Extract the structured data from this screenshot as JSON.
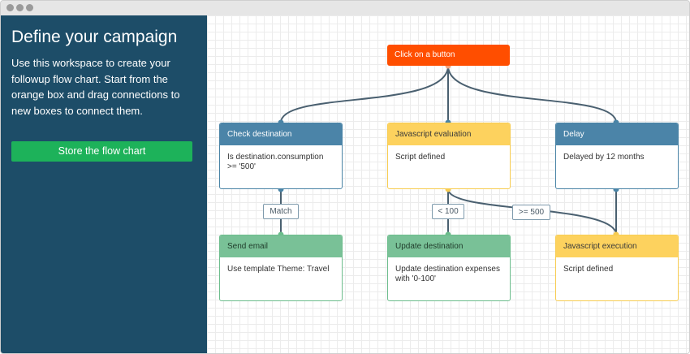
{
  "sidebar": {
    "title": "Define your campaign",
    "description": "Use this workspace to create your followup flow chart. Start from the orange box and drag connections to new boxes to connect them.",
    "store_button": "Store the flow chart"
  },
  "colors": {
    "sidebar_bg": "#1d4d68",
    "store_button": "#1db25a",
    "start_node": "#ff4e00",
    "condition_node": "#4b84a8",
    "script_node": "#fdd25e",
    "action_node": "#79c197",
    "connector": "#4a6070"
  },
  "flow": {
    "start": {
      "label": "Click on a button"
    },
    "nodes": {
      "check_destination": {
        "title": "Check destination",
        "body": "Is destination.consumption >= '500'"
      },
      "javascript_evaluation": {
        "title": "Javascript evaluation",
        "body": "Script defined"
      },
      "delay": {
        "title": "Delay",
        "body": "Delayed by 12 months"
      },
      "send_email": {
        "title": "Send email",
        "body": "Use template Theme: Travel"
      },
      "update_destination": {
        "title": "Update destination",
        "body": "Update destination expenses with '0-100'"
      },
      "javascript_execution": {
        "title": "Javascript execution",
        "body": "Script defined"
      }
    },
    "edge_labels": {
      "match": "Match",
      "less_100": "< 100",
      "gte_500": ">= 500"
    }
  }
}
